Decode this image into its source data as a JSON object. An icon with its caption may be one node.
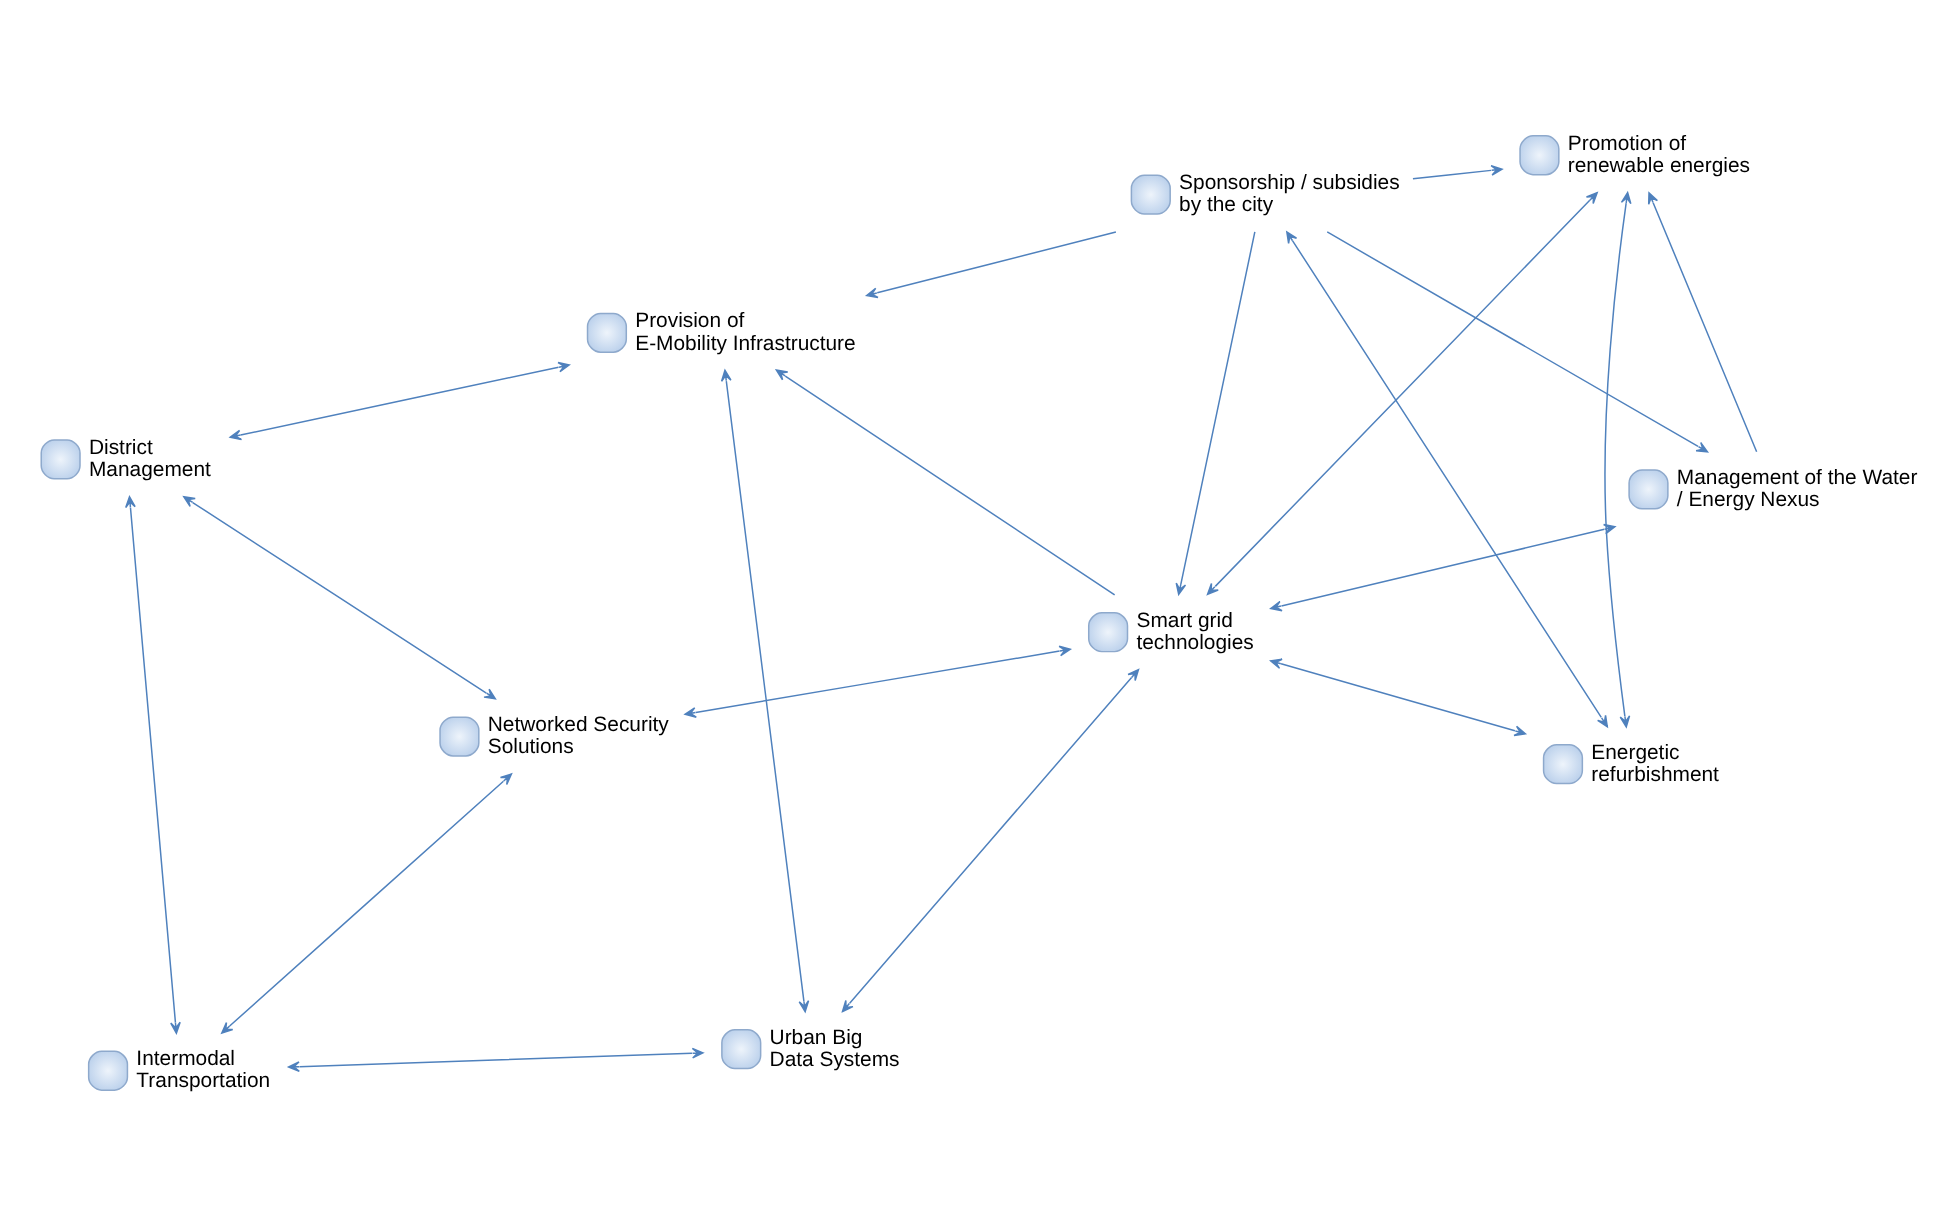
{
  "diagram": {
    "nodes": [
      {
        "text": [
          "Provision of E-Mobility Infrastructure"
        ]
      },
      {
        "text": [
          "Management of the Water / Energy Nexus"
        ]
      },
      {
        "text": [
          "Urban Big Data Systems"
        ]
      },
      {
        "text": [
          "Promotion of renewable energies"
        ]
      },
      {
        "text": [
          "Smart grid technologies"
        ]
      },
      {
        "text": [
          "District Management"
        ]
      },
      {
        "text": [
          "Intermodal Transportation"
        ]
      },
      {
        "text": [
          "Sponsorship / subsidies by the city"
        ]
      },
      {
        "text": [
          "Networked Security Solutions"
        ]
      },
      {
        "text": [
          "Energetic refurbishment"
        ]
      }
    ],
    "edges": [
      {
        "from": 1,
        "to": 3,
        "arrow": "to"
      },
      {
        "from": 4,
        "to": 1,
        "arrow": "both"
      },
      {
        "from": 3,
        "to": 4,
        "arrow": "both"
      },
      {
        "from": 7,
        "to": 1,
        "arrow": "to"
      },
      {
        "from": 7,
        "to": 0,
        "arrow": "to"
      },
      {
        "from": 4,
        "to": 0,
        "arrow": "to"
      },
      {
        "from": 0,
        "to": 2,
        "arrow": "both"
      },
      {
        "from": 0,
        "to": 5,
        "arrow": "both"
      },
      {
        "from": 2,
        "to": 4,
        "arrow": "both"
      },
      {
        "from": 2,
        "to": 6,
        "arrow": "both"
      },
      {
        "from": 5,
        "to": 6,
        "arrow": "both"
      },
      {
        "from": 5,
        "to": 8,
        "arrow": "both"
      },
      {
        "from": 6,
        "to": 8,
        "arrow": "both"
      },
      {
        "from": 4,
        "to": 8,
        "arrow": "both"
      },
      {
        "from": 4,
        "to": 9,
        "arrow": "both"
      },
      {
        "from": 7,
        "to": 3,
        "arrow": "to"
      },
      {
        "from": 7,
        "to": 4,
        "arrow": "to"
      },
      {
        "from": 7,
        "to": 9,
        "arrow": "both"
      },
      {
        "from": 3,
        "to": 9,
        "arrow": "both"
      }
    ]
  }
}
